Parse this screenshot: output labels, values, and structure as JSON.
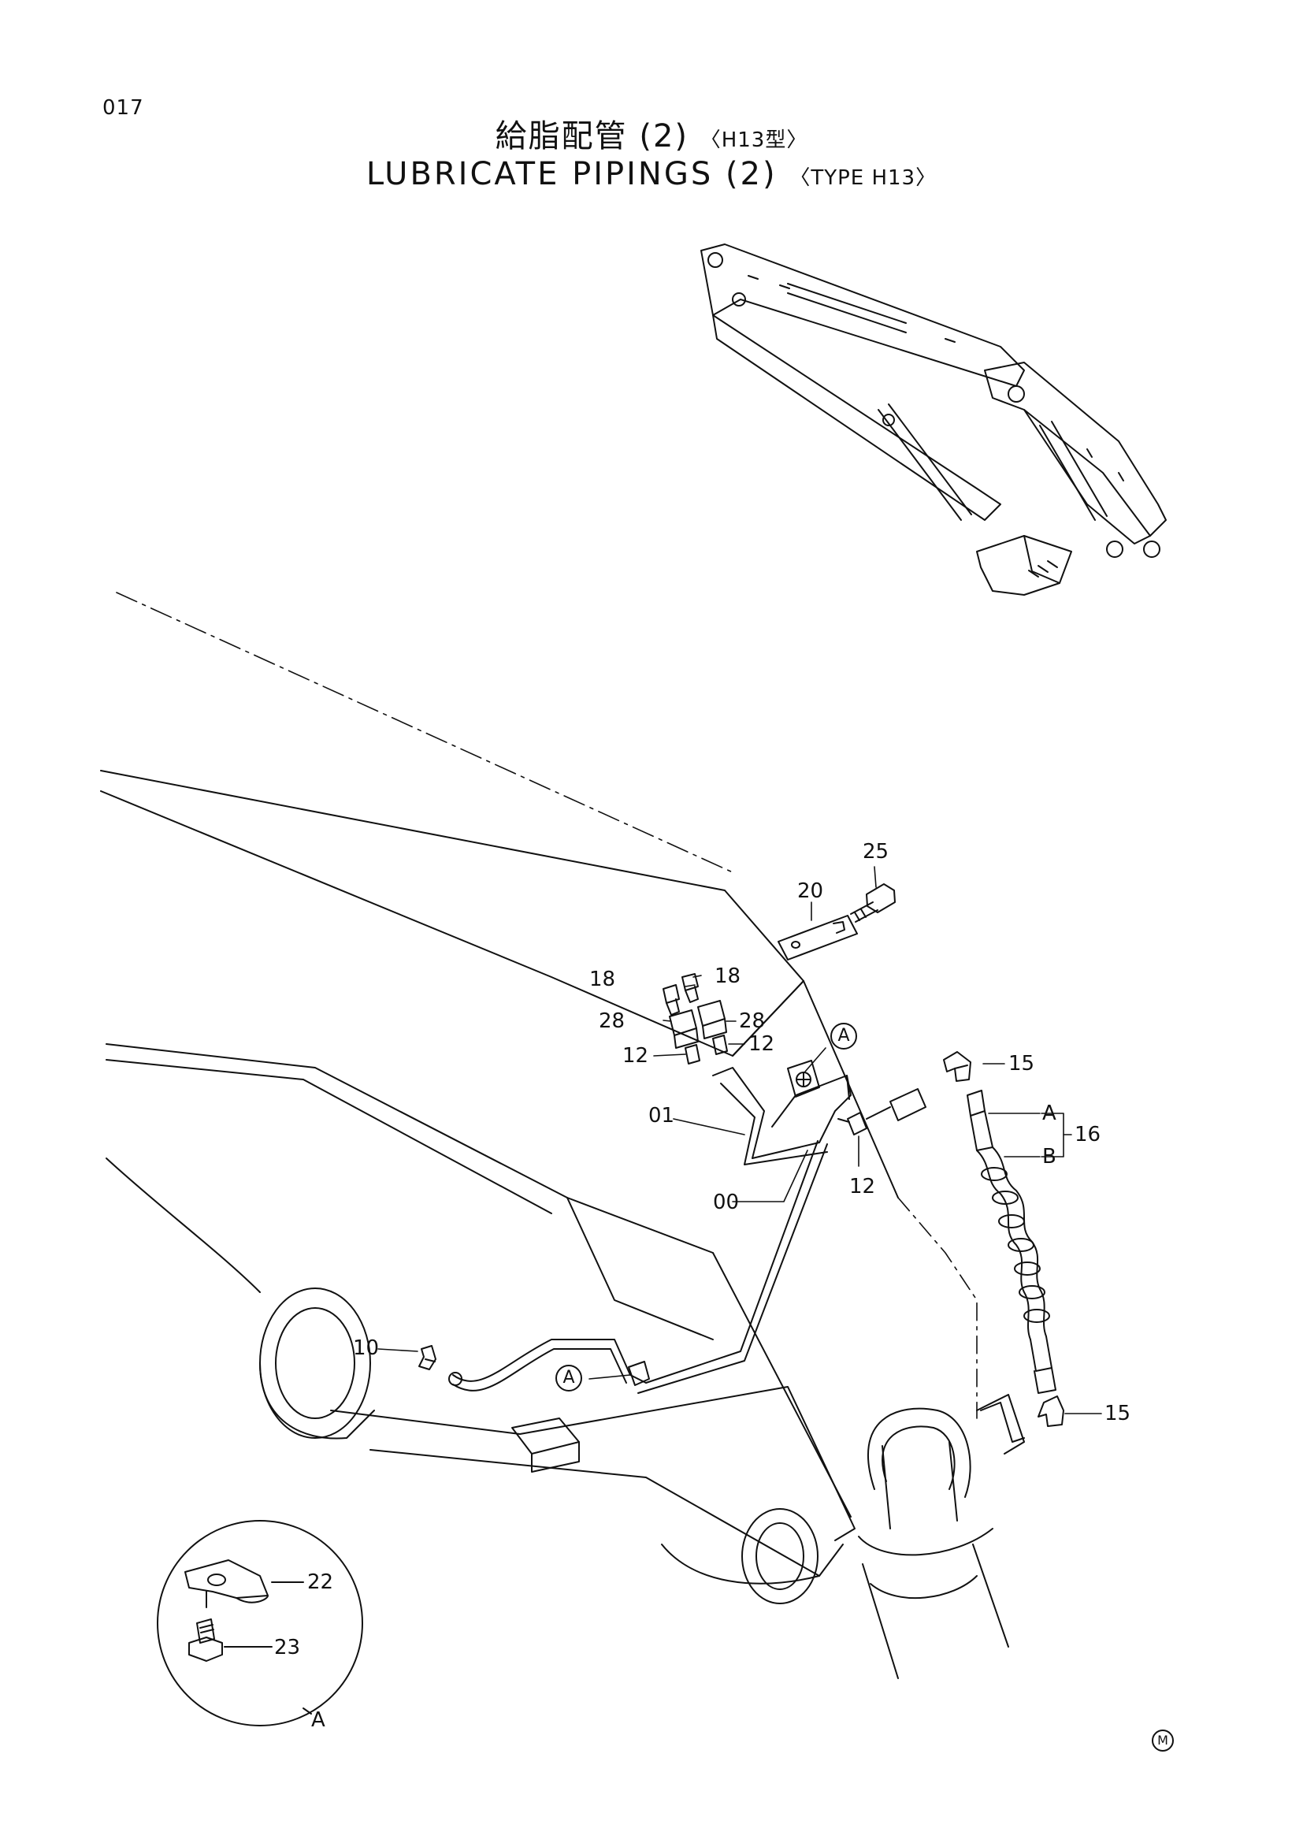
{
  "page_code": "017",
  "title": {
    "jp": "給脂配管 (2)",
    "jp_type": "〈H13型〉",
    "en": "LUBRICATE PIPINGS (2)",
    "en_type": "〈TYPE H13〉"
  },
  "detail_marker": "A",
  "callouts": {
    "p00": "00",
    "p01": "01",
    "p10": "10",
    "p12a": "12",
    "p12b": "12",
    "p12c": "12",
    "p15a": "15",
    "p15b": "15",
    "p16": "16",
    "p16A": "A",
    "p16B": "B",
    "p18a": "18",
    "p18b": "18",
    "p20": "20",
    "p22": "22",
    "p23": "23",
    "p25": "25",
    "p28a": "28",
    "p28b": "28"
  },
  "view_marks": {
    "upper": "A",
    "lower": "A",
    "detail": "A"
  },
  "corner_mark": "M",
  "colors": {
    "line": "#111111",
    "background": "#ffffff"
  }
}
